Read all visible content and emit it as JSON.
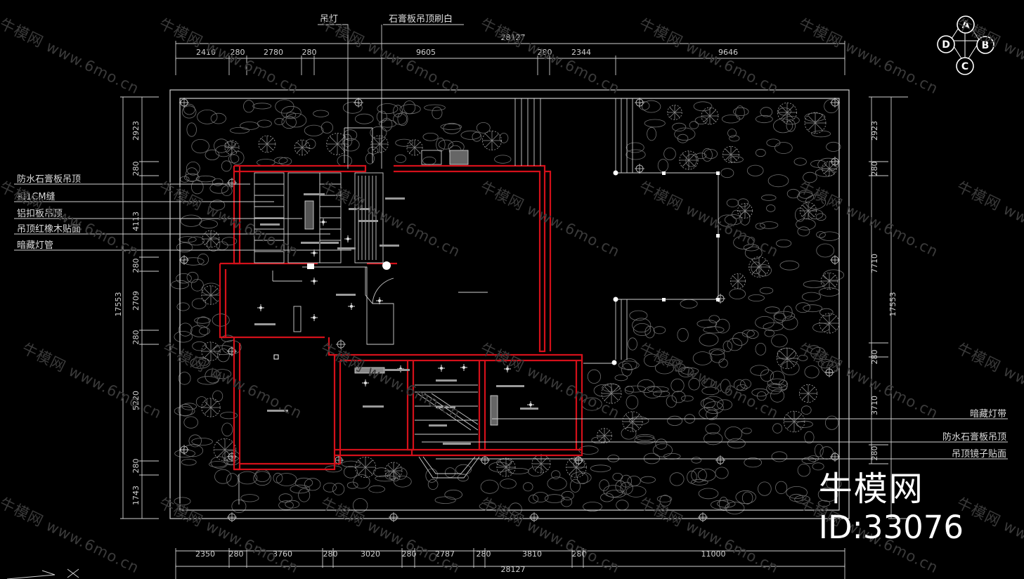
{
  "dimensions": {
    "top_overall": "28127",
    "top_segments": [
      "2410",
      "280",
      "2780",
      "280",
      "9605",
      "280",
      "2344",
      "9646"
    ],
    "bottom_overall": "28127",
    "bottom_segments": [
      "2350",
      "280",
      "3760",
      "280",
      "3020",
      "280",
      "2787",
      "280",
      "3810",
      "280",
      "11000"
    ],
    "left_overall": "17553",
    "left_segments": [
      "2923",
      "280",
      "4113",
      "280",
      "2709",
      "280",
      "5220",
      "280",
      "1743"
    ],
    "right_overall": "17553",
    "right_segments": [
      "2923",
      "280",
      "7710",
      "280",
      "3710",
      "280"
    ]
  },
  "top_callouts": [
    "吊灯",
    "石膏板吊顶刷白"
  ],
  "left_callouts": [
    "防水石膏板吊顶",
    "扣1CM缝",
    "铝扣板吊顶",
    "吊顶红橡木贴面",
    "暗藏灯管"
  ],
  "right_callouts": [
    "暗藏灯带",
    "防水石膏板吊顶",
    "吊顶镜子贴面"
  ],
  "compass": {
    "labels": [
      "A",
      "B",
      "C",
      "D"
    ]
  },
  "brand": {
    "line1": "牛模网",
    "line2": "ID:33076"
  },
  "watermark": {
    "text": "牛模网 www.6mo.cn"
  },
  "colors": {
    "wall": "#d4101a",
    "line": "#cfcfcf",
    "plant": "#9a9a9a",
    "watermark": "#3a3a3a"
  }
}
